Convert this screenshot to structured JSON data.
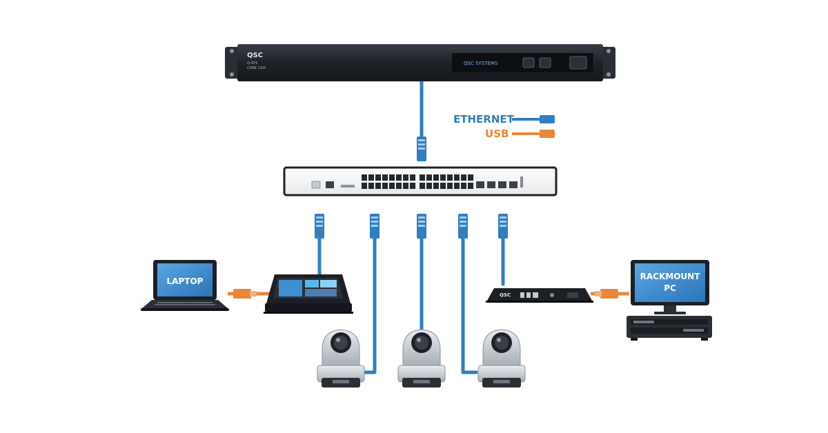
{
  "core": {
    "brand": "QSC",
    "model": "Q-SYS",
    "model_sub": "CORE 110f",
    "panel_brand": "QSC SYSTEMS"
  },
  "legend": {
    "ethernet_label": "ETHERNET",
    "usb_label": "USB",
    "ethernet_color": "#2f7fc1",
    "usb_color": "#e8873a"
  },
  "laptop": {
    "label": "LAPTOP"
  },
  "rackmount_pc": {
    "label_line1": "RACKMOUNT",
    "label_line2": "PC"
  },
  "bridge": {
    "brand": "QSC"
  },
  "colors": {
    "ethernet": "#2f7fc1",
    "usb": "#e8873a",
    "device_dark": "#1c1f24",
    "screen_blue": "#3f8fd4"
  }
}
